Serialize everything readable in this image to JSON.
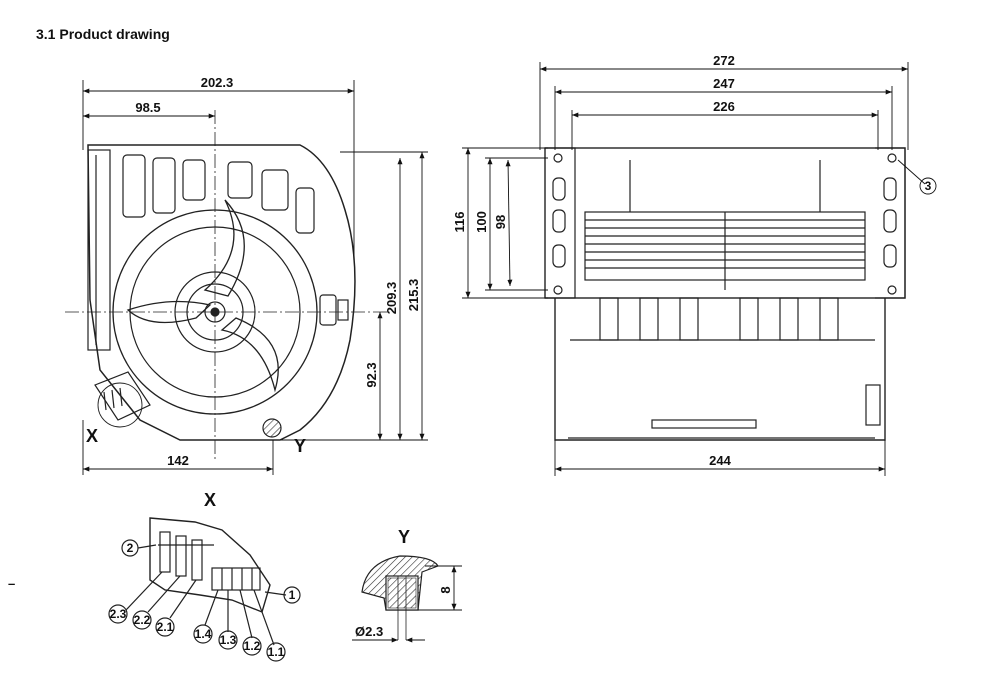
{
  "header": {
    "title": "3.1 Product drawing"
  },
  "front_view": {
    "dimensions": {
      "overall_width": "202.3",
      "center_offset": "98.5",
      "bottom_width": "142",
      "height_full": "215.3",
      "height_main": "209.3",
      "height_center": "92.3"
    },
    "labels": {
      "detail_x": "X",
      "detail_y": "Y"
    }
  },
  "side_view": {
    "dimensions": {
      "width_272": "272",
      "width_247": "247",
      "width_226": "226",
      "width_244": "244",
      "height_116": "116",
      "height_100": "100",
      "height_98": "98"
    },
    "callouts": {
      "mount": "3"
    }
  },
  "detail_x": {
    "title": "X",
    "callouts": [
      "2",
      "1",
      "2.3",
      "2.2",
      "2.1",
      "1.4",
      "1.3",
      "1.2",
      "1.1"
    ]
  },
  "detail_y": {
    "title": "Y",
    "dimensions": {
      "height": "8",
      "diameter": "Ø2.3"
    }
  },
  "margin_mark": "–"
}
